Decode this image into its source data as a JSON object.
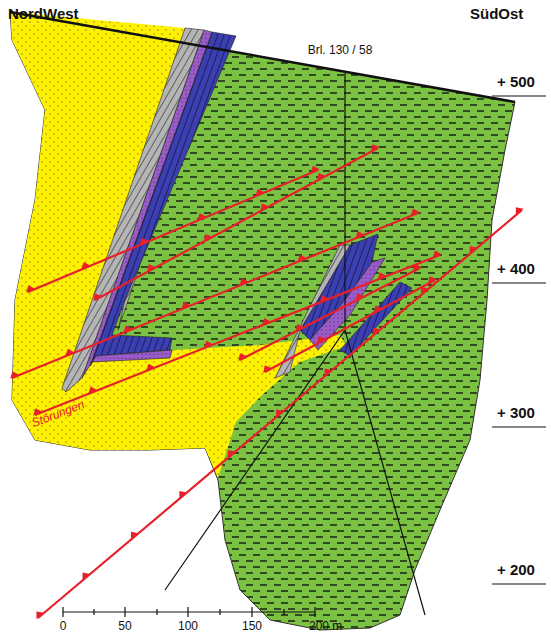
{
  "diagram": {
    "labels": [
      "NordWest",
      "SüdOst",
      "Brl. 130 / 58",
      "+ 500",
      "+ 400",
      "+ 300",
      "+ 200",
      "Störungen",
      "0",
      "50",
      "100",
      "150",
      "200 m"
    ]
  }
}
